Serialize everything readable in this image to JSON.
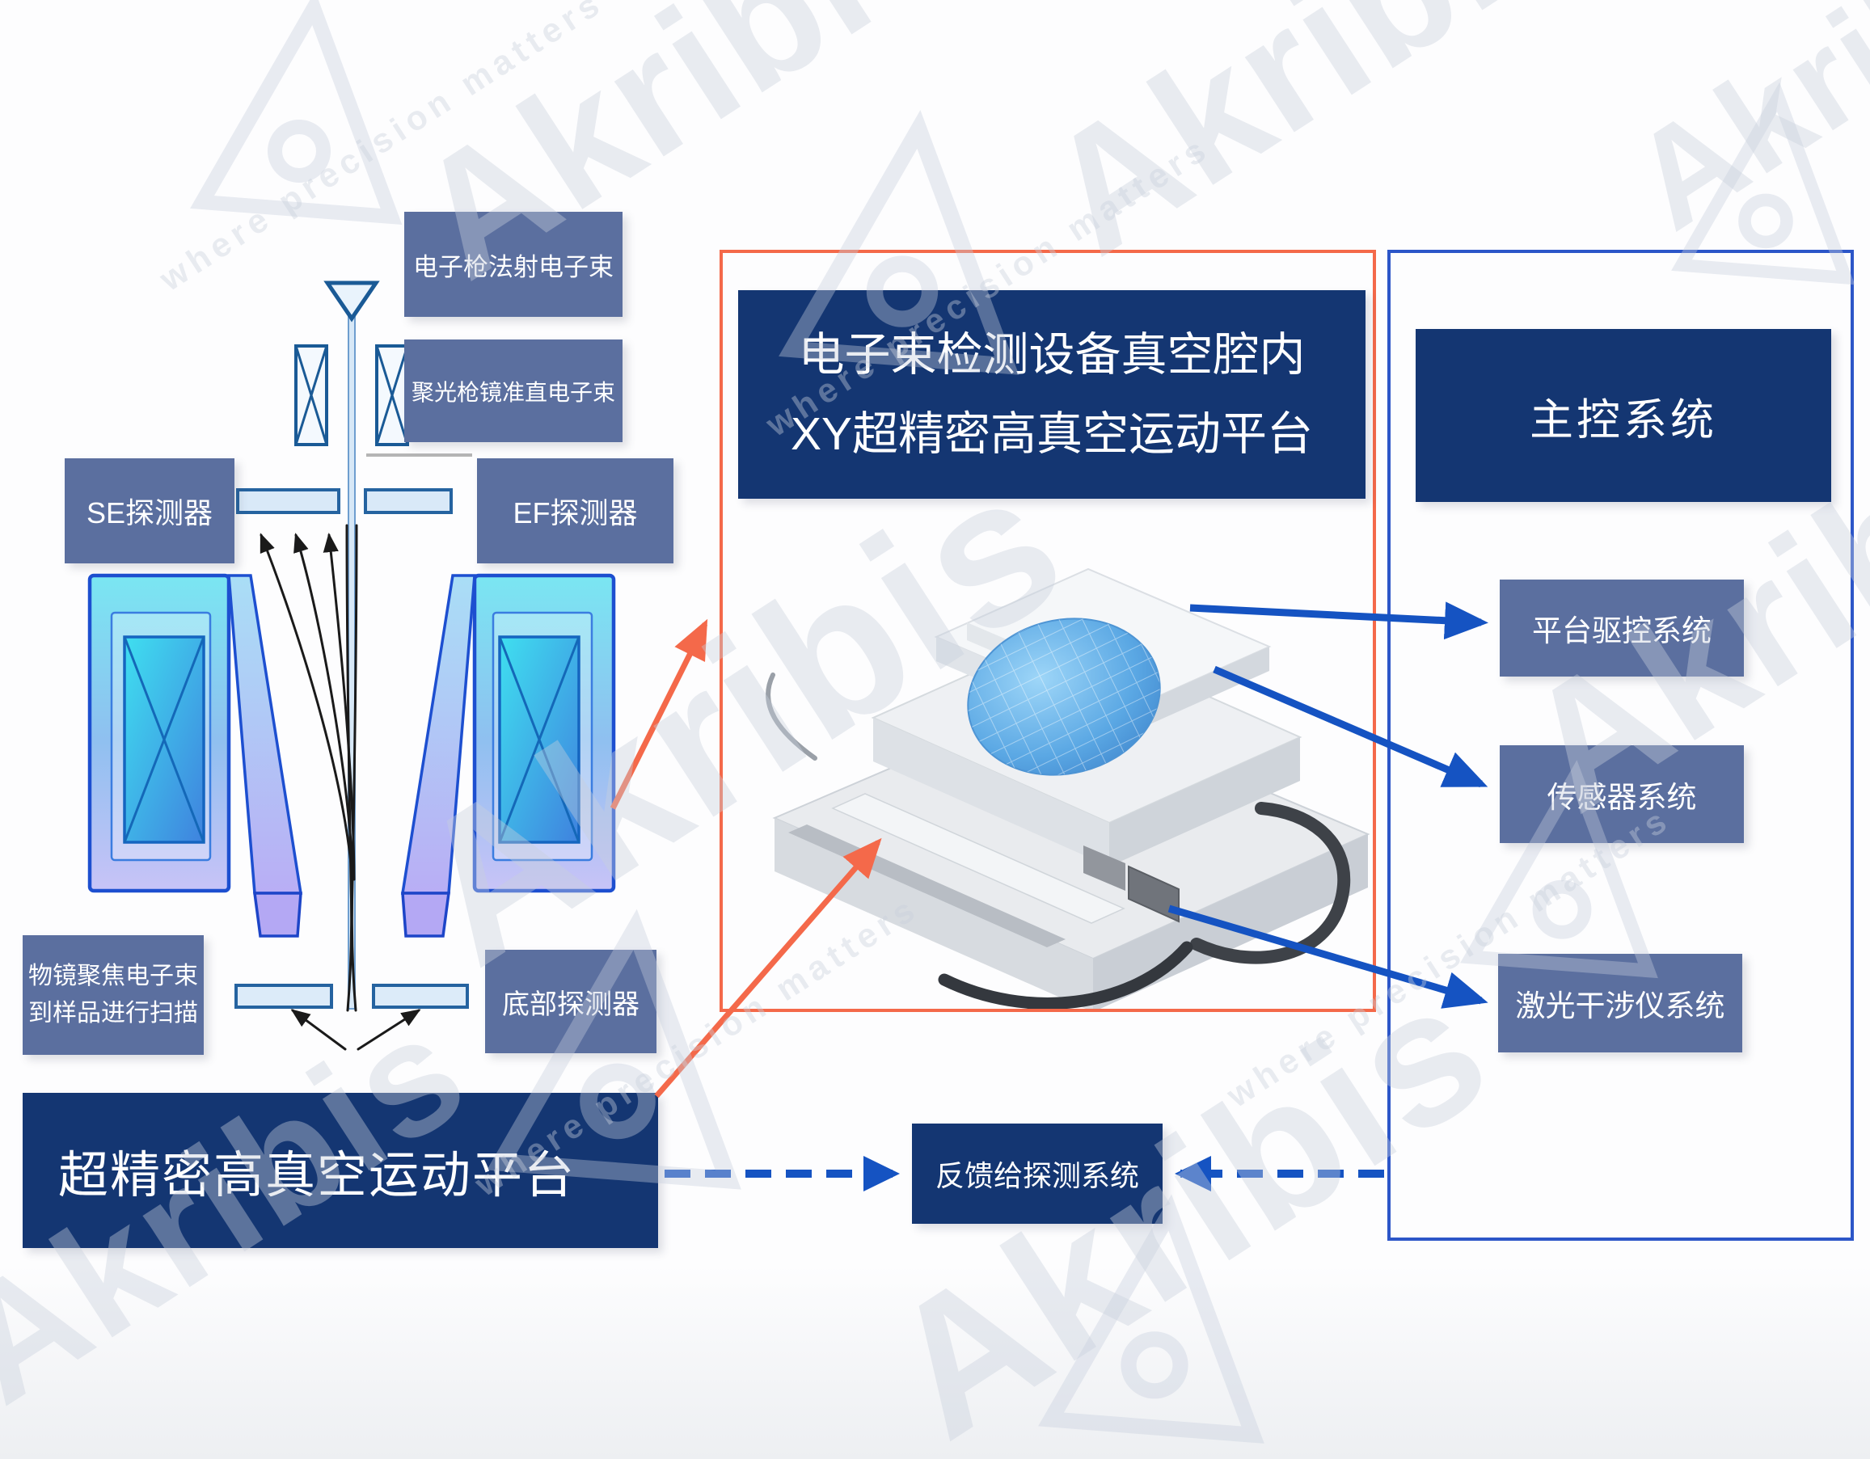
{
  "watermark": {
    "brand": "Akribis",
    "tagline": "where precision matters"
  },
  "colors": {
    "accent_orange": "#F4694A",
    "accent_blue": "#1553C2",
    "navy_box": "#143672",
    "slate_box": "#5B6F9F",
    "control_border_blue": "#2C56C8"
  },
  "sem_diagram": {
    "labels": {
      "electron_gun": "电子枪法射电子束",
      "condenser_lens": "聚光枪镜准直电子束",
      "se_detector": "SE探测器",
      "ef_detector": "EF探测器",
      "objective_line1": "物镜聚焦电子束",
      "objective_line2": "到样品进行扫描",
      "bottom_detector": "底部探测器"
    },
    "platform_label": "超精密高真空运动平台"
  },
  "vacuum_chamber": {
    "title_line1": "电子束检测设备真空腔内",
    "title_line2": "XY超精密高真空运动平台"
  },
  "master_control": {
    "title": "主控系统",
    "subsystems": [
      {
        "label": "平台驱控系统"
      },
      {
        "label": "传感器系统"
      },
      {
        "label": "激光干涉仪系统"
      }
    ]
  },
  "feedback": {
    "label": "反馈给探测系统"
  }
}
